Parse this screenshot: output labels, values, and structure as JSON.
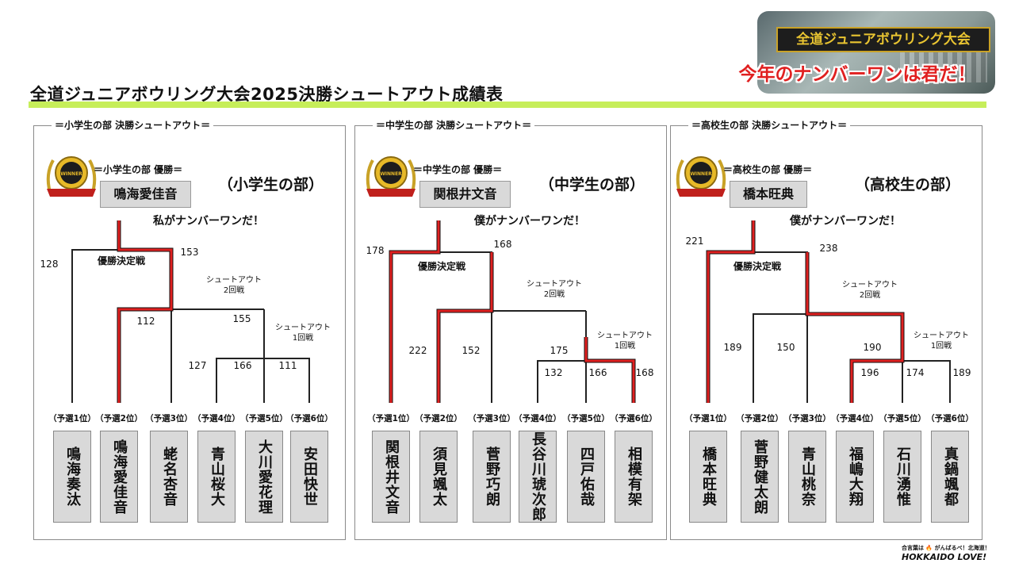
{
  "banner": {
    "top_label": "全道ジュニアボウリング大会",
    "main_text": "今年のナンバーワンは君だ！"
  },
  "page_title": "全道ジュニアボウリング大会2025決勝シュートアウト成績表",
  "footer": {
    "line1": "合言葉は 🔥 がんばるべ！北海道！",
    "line2": "HOKKAIDO LOVE!"
  },
  "colors": {
    "accent_bar": "#c6ee5a",
    "winner_path": "#e02020",
    "banner_text": "#e02020"
  },
  "labels": {
    "final": "優勝決定戦",
    "round2": "シュートアウト\n2回戦",
    "round1": "シュートアウト\n1回戦",
    "medal_text": "WINNER"
  },
  "panels": [
    {
      "id": "elementary",
      "section_label": "＝小学生の部 決勝シュートアウト＝",
      "winner_title": "＝小学生の部 優勝＝",
      "winner_name": "鳴海愛佳音",
      "division": "（小学生の部）",
      "slogan": "私がナンバーワンだ！",
      "seeds": [
        "（予選1位）",
        "（予選2位）",
        "（予選3位）",
        "（予選4位）",
        "（予選5位）",
        "（予選6位）"
      ],
      "players": [
        "鳴海奏汰",
        "鳴海愛佳音",
        "蛯名杏音",
        "青山桜大",
        "大川愛花理",
        "安田快世"
      ],
      "scores": {
        "final": [
          128,
          153
        ],
        "round2": [
          112,
          155
        ],
        "round1": [
          127,
          166,
          111
        ]
      }
    },
    {
      "id": "junior-high",
      "section_label": "＝中学生の部 決勝シュートアウト＝",
      "winner_title": "＝中学生の部 優勝＝",
      "winner_name": "関根井文音",
      "division": "（中学生の部）",
      "slogan": "僕がナンバーワンだ！",
      "seeds": [
        "（予選1位）",
        "（予選2位）",
        "（予選3位）",
        "（予選4位）",
        "（予選5位）",
        "（予選6位）"
      ],
      "players": [
        "関根井文音",
        "須見颯太",
        "菅野巧朗",
        "長谷川琥次郎",
        "四戸佑哉",
        "相模有架"
      ],
      "scores": {
        "final": [
          178,
          168
        ],
        "round2": [
          222,
          152
        ],
        "round1": [
          175,
          132,
          166,
          168
        ]
      }
    },
    {
      "id": "high-school",
      "section_label": "＝高校生の部 決勝シュートアウト＝",
      "winner_title": "＝高校生の部 優勝＝",
      "winner_name": "橋本旺典",
      "division": "（高校生の部）",
      "slogan": "僕がナンバーワンだ！",
      "seeds": [
        "（予選1位）",
        "（予選2位）",
        "（予選3位）",
        "（予選4位）",
        "（予選5位）",
        "（予選6位）"
      ],
      "players": [
        "橋本旺典",
        "菅野健太朗",
        "青山桃奈",
        "福嶋大翔",
        "石川湧惟",
        "真鍋颯都"
      ],
      "scores": {
        "final": [
          221,
          238
        ],
        "round2": [
          189,
          150
        ],
        "round1": [
          190,
          196,
          174,
          189
        ]
      }
    }
  ]
}
